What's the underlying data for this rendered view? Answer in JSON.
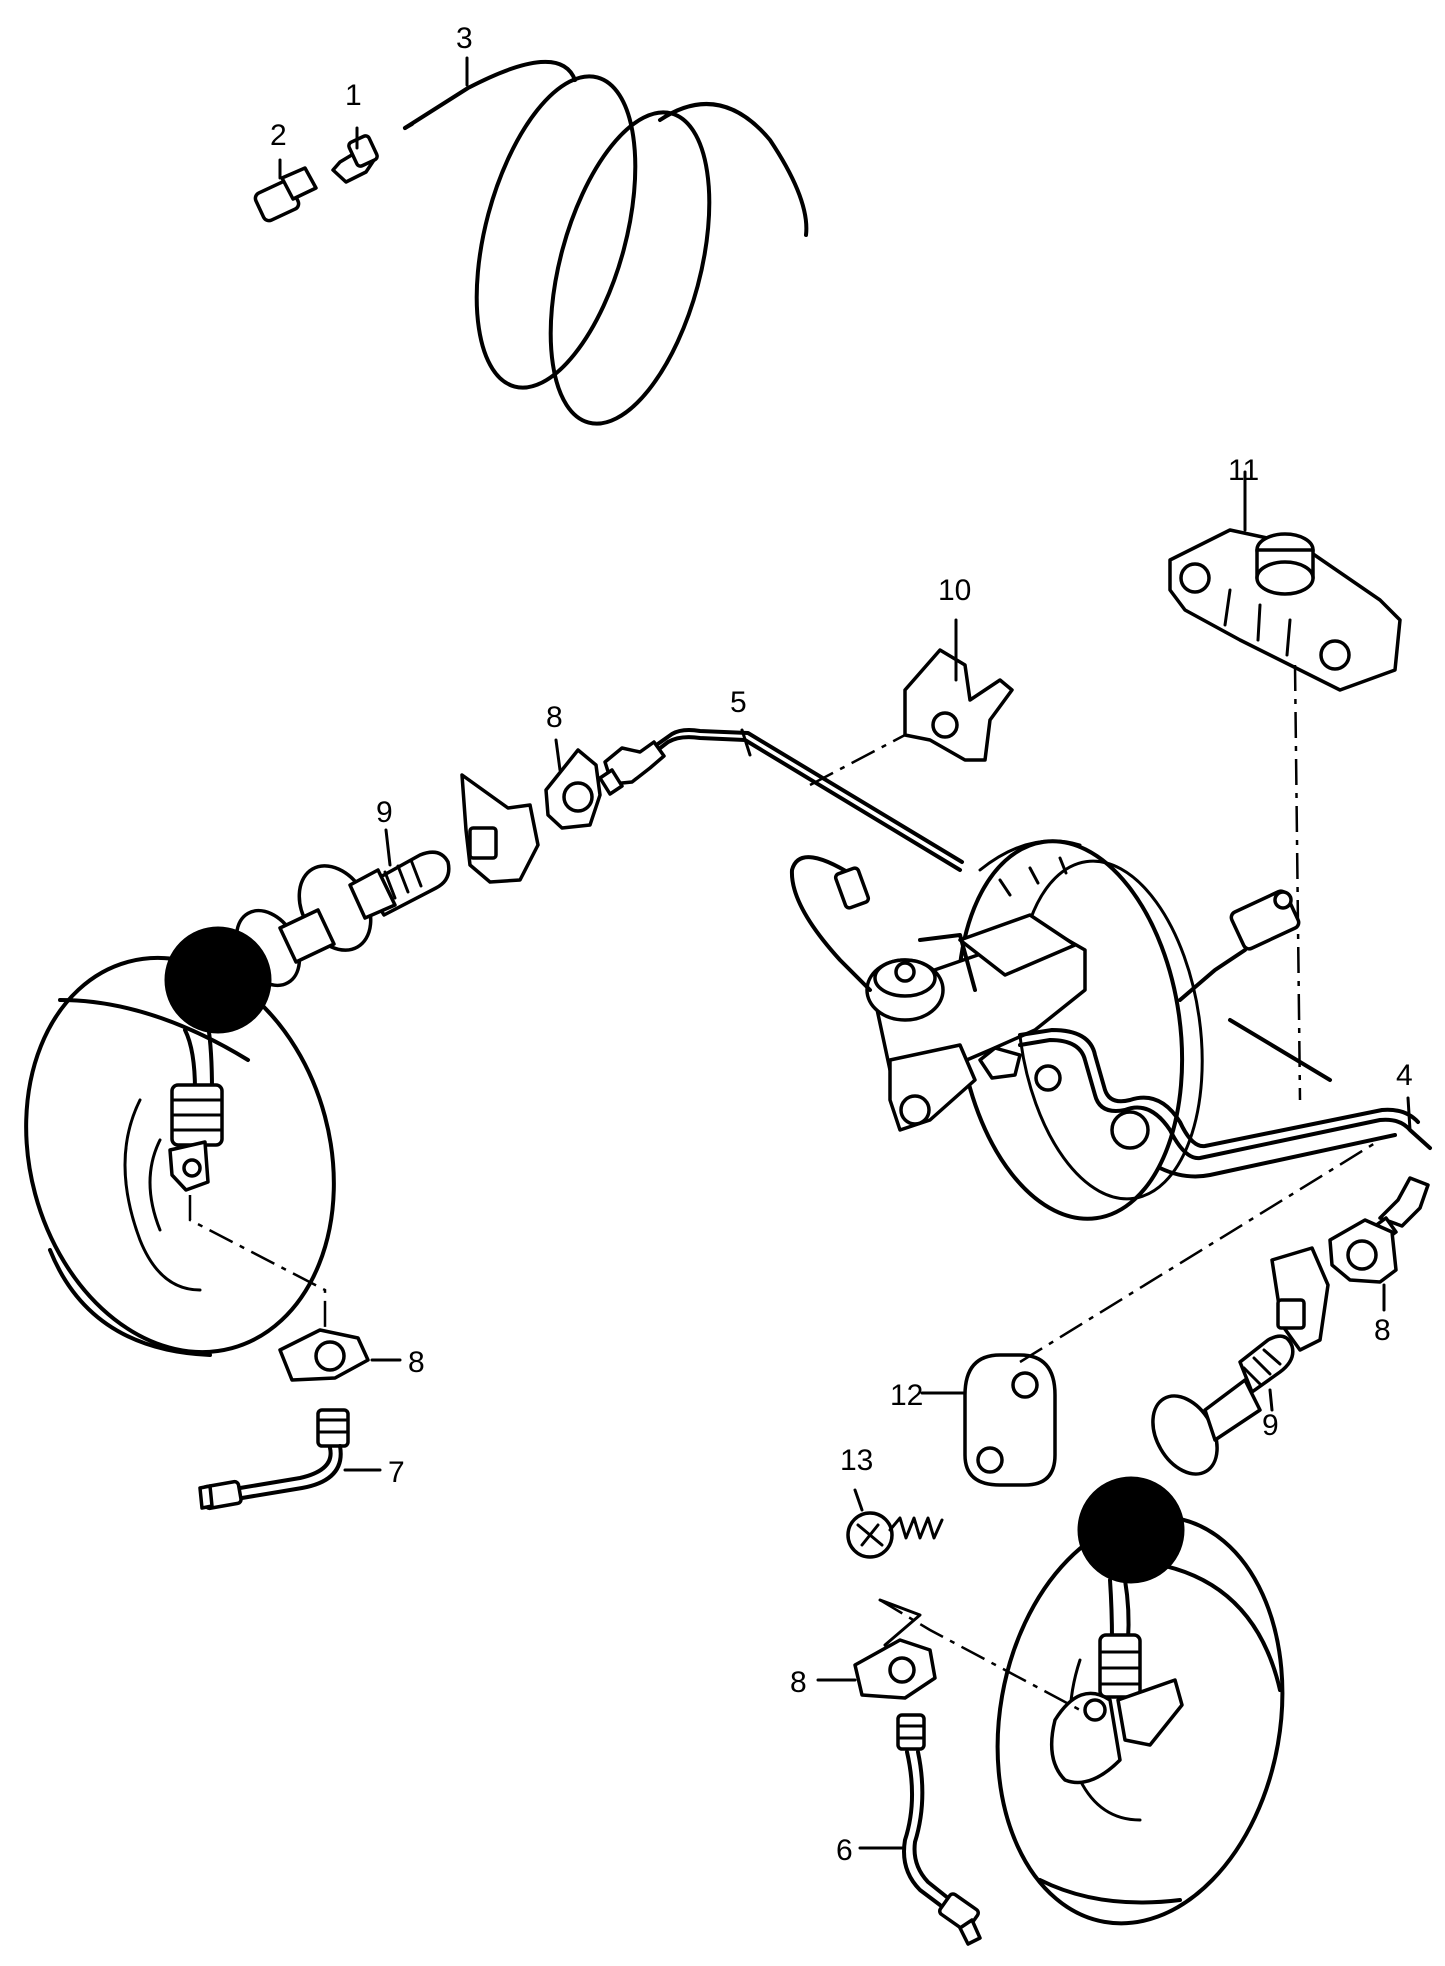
{
  "callouts": {
    "c1": "1",
    "c2": "2",
    "c3": "3",
    "c4": "4",
    "c5": "5",
    "c6": "6",
    "c7": "7",
    "c8a": "8",
    "c8b": "8",
    "c8c": "8",
    "c8d": "8",
    "c9a": "9",
    "c9b": "9",
    "c10": "10",
    "c11": "11",
    "c12": "12",
    "c13": "13"
  },
  "colors": {
    "line": "#000000",
    "background": "#ffffff"
  }
}
